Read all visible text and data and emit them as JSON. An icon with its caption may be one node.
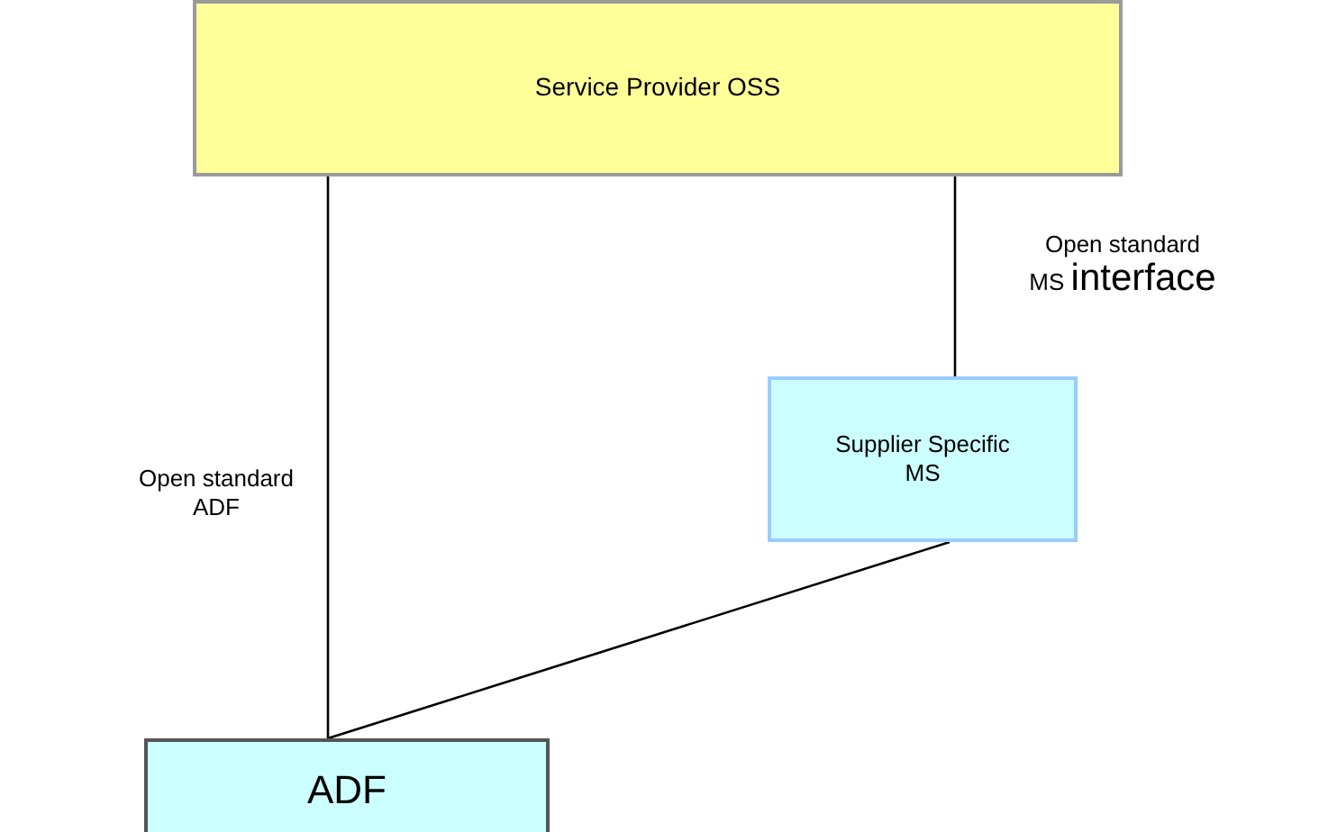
{
  "diagram": {
    "nodes": [
      {
        "text": [
          "Service Provider OSS"
        ]
      },
      {
        "text": [
          "Supplier Specific MS"
        ]
      },
      {
        "text": [
          "ADF"
        ]
      }
    ],
    "edges": [
      {
        "from": 0,
        "to": 2,
        "arrow": "none",
        "label": "Open standard ADF"
      },
      {
        "from": 0,
        "to": 1,
        "arrow": "none",
        "label": "Open standard MS interface"
      },
      {
        "from": 1,
        "to": 2,
        "arrow": "none"
      }
    ]
  }
}
